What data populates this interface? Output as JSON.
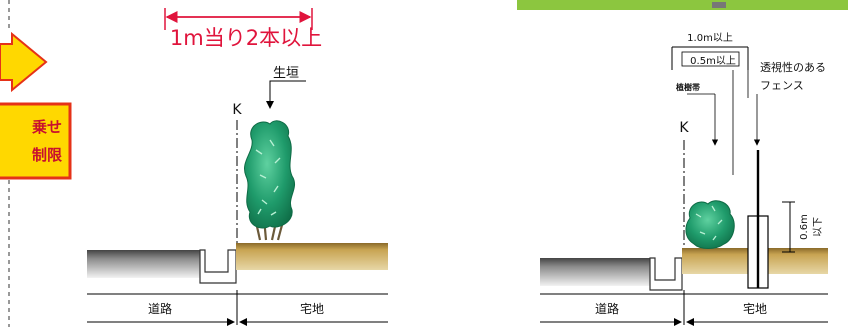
{
  "callout": {
    "line1": "乗せ",
    "line2": "制限",
    "fill": "#ffd800",
    "border": "#e53218",
    "text_color": "#c8102e"
  },
  "left_diagram": {
    "rule_label": "1m当り2本以上",
    "rule_color": "#e0143c",
    "hedge_label": "生垣",
    "marker": "K",
    "road_label": "道路",
    "lot_label": "宅地"
  },
  "right_diagram": {
    "dim_outer": "1.0m以上",
    "dim_inner": "0.5m以上",
    "planting_label": "植樹帯",
    "fence_label_1": "透視性のある",
    "fence_label_2": "フェンス",
    "height_value": "0.6m",
    "height_suffix": "以下",
    "marker": "K",
    "road_label": "道路",
    "lot_label": "宅地"
  },
  "colors": {
    "banner": "#8cc63f",
    "soil": "#c8a452",
    "road": "#7a7a7a",
    "foliage": "#1f9b6b",
    "foliage_dark": "#0e6b45"
  }
}
